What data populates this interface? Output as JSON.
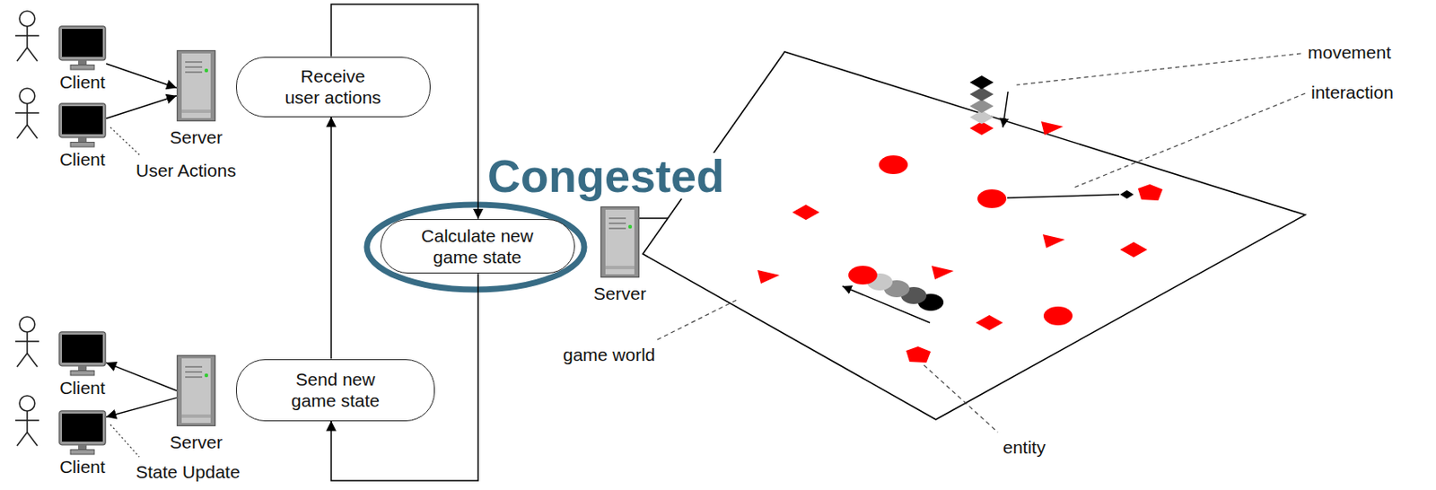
{
  "diagram": {
    "nodes": [
      {
        "text": [
          "Client"
        ]
      },
      {
        "text": [
          "Client"
        ]
      },
      {
        "text": [
          "Server"
        ]
      },
      {
        "text": [
          "Receive user actions"
        ]
      },
      {
        "text": [
          "Calculate new game state"
        ]
      },
      {
        "text": [
          "Send new game state"
        ]
      },
      {
        "text": [
          "Server"
        ]
      },
      {
        "text": [
          "Server"
        ]
      },
      {
        "text": [
          "Client"
        ]
      },
      {
        "text": [
          "Client"
        ]
      }
    ],
    "edges": [
      {
        "from": 0,
        "to": 2,
        "arrow": "to"
      },
      {
        "from": 1,
        "to": 2,
        "arrow": "to"
      },
      {
        "from": 3,
        "to": 4,
        "arrow": "to"
      },
      {
        "from": 4,
        "to": 5,
        "arrow": "to"
      },
      {
        "from": 5,
        "to": 3,
        "arrow": "to"
      },
      {
        "from": 7,
        "to": 8,
        "arrow": "to"
      },
      {
        "from": 7,
        "to": 9,
        "arrow": "to"
      }
    ],
    "labels": [
      "User Actions",
      "State Update",
      "Congested",
      "movement",
      "interaction",
      "game world",
      "entity"
    ]
  }
}
